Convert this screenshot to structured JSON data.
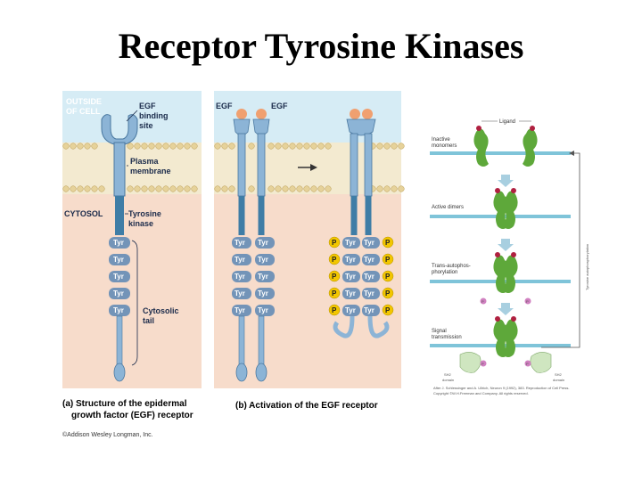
{
  "title": "Receptor Tyrosine Kinases",
  "panel_a": {
    "outside_label_1": "OUTSIDE",
    "outside_label_2": "OF CELL",
    "egf_binding_1": "EGF",
    "egf_binding_2": "binding",
    "egf_binding_3": "site",
    "plasma_1": "Plasma",
    "plasma_2": "membrane",
    "cytosol": "CYTOSOL",
    "kinase_1": "Tyrosine",
    "kinase_2": "kinase",
    "tail_1": "Cytosolic",
    "tail_2": "tail",
    "tyr": "Tyr",
    "caption_1": "(a) Structure of the epidermal",
    "caption_2": "growth factor (EGF) receptor",
    "copyright": "©Addison Wesley Longman, Inc."
  },
  "panel_b": {
    "egf_left": "EGF",
    "egf_right": "EGF",
    "p": "P",
    "caption": "(b) Activation of the EGF receptor"
  },
  "right_figure": {
    "ligand": "Ligand",
    "inactive_1": "Inactive",
    "inactive_2": "monomers",
    "active": "Active dimers",
    "trans_1": "Trans-autophos-",
    "trans_2": "phorylation",
    "signal_1": "Signal",
    "signal_2": "transmission",
    "sh2_left_1": "SH2",
    "sh2_left_2": "domain",
    "sh2_right_1": "SH2",
    "sh2_right_2": "domain",
    "side_label": "Tyrosine autophosphorylation",
    "p": "P",
    "credit_1": "After J. Schlessinger and A. Ullrich, Neuron 9 (1992), 383. Reproduction of Cell Press.",
    "credit_2": "Copyright ©W.H.Freeman and Company. All rights reserved."
  },
  "colors": {
    "outside": "#d6ecf5",
    "cytosol": "#f7dccb",
    "membrane_head": "#e6d29a",
    "receptor": "#8cb4d6",
    "receptor_dark": "#3f7da6",
    "tyr": "#7394b8",
    "phosphate": "#f2c600",
    "egf": "#f0a070",
    "green": "#5ea83a",
    "membrane_line": "#7fc4d9"
  },
  "icons": {
    "arrow": "right-arrow-icon"
  }
}
